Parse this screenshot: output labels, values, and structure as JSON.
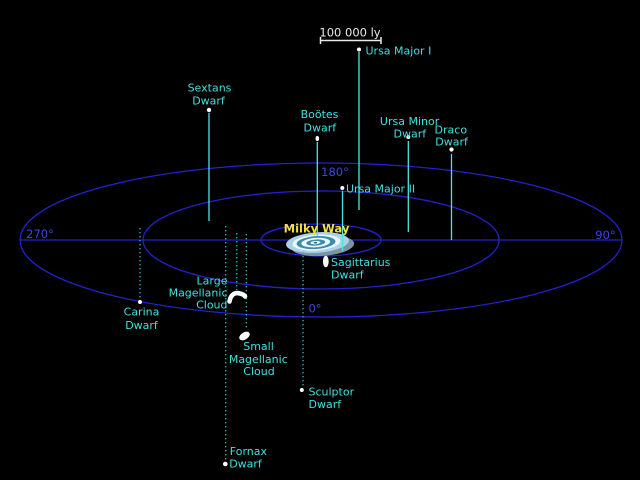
{
  "diagram": {
    "subject": "Milky Way satellite dwarf galaxies diagram",
    "scale_bar": {
      "label": "100 000 ly"
    },
    "angles": {
      "a0": "0°",
      "a90": "90°",
      "a180": "180°",
      "a270": "270°"
    },
    "milky_way": {
      "label": "Milky Way"
    },
    "satellites": {
      "sextans": {
        "lines": [
          "Sextans",
          "Dwarf"
        ]
      },
      "bootes": {
        "lines": [
          "Boötes",
          "Dwarf"
        ]
      },
      "ursa_major_1": {
        "lines": [
          "Ursa Major I"
        ]
      },
      "ursa_minor": {
        "lines": [
          "Ursa Minor",
          "Dwarf"
        ]
      },
      "draco": {
        "lines": [
          "Draco",
          "Dwarf"
        ]
      },
      "ursa_major_2": {
        "lines": [
          "Ursa Major II"
        ]
      },
      "sagittarius": {
        "lines": [
          "Sagittarius",
          "Dwarf"
        ]
      },
      "large_magellanic": {
        "lines": [
          "Large",
          "Magellanic",
          "Cloud"
        ]
      },
      "small_magellanic": {
        "lines": [
          "Small",
          "Magellanic",
          "Cloud"
        ]
      },
      "carina": {
        "lines": [
          "Carina",
          "Dwarf"
        ]
      },
      "sculptor": {
        "lines": [
          "Sculptor",
          "Dwarf"
        ]
      },
      "fornax": {
        "lines": [
          "Fornax",
          "Dwarf"
        ]
      }
    },
    "colors": {
      "background": "#000000",
      "orbit_blue": "#2222cd",
      "angle_label_blue": "#3a46ea",
      "label_cyan": "#3fe0df",
      "solid_line_cyan": "#49e5e4",
      "dotted_line_teal": "#2fb9c2",
      "milky_way_yellow": "#f2df3a",
      "scale_bar_white": "#e9e9e9",
      "galaxy_disk_blue": "#aad2e4",
      "galaxy_ring_teal": "#3d8cab",
      "galaxy_shadow_gray": "#7b94a4",
      "object_marker_white": "#ffffff"
    }
  }
}
